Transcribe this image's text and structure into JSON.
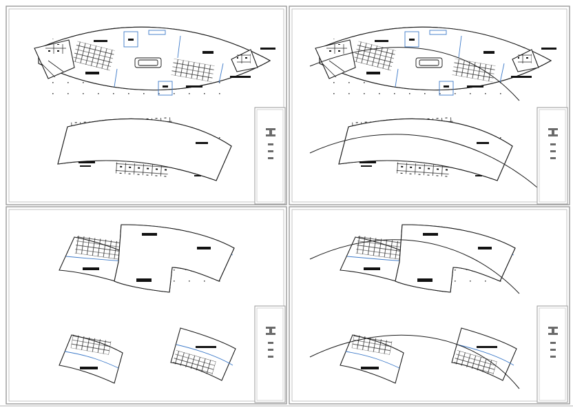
{
  "drawing": {
    "panels": [
      {
        "id": "panel-top-left",
        "view": "plan",
        "extension_arcs": false
      },
      {
        "id": "panel-top-right",
        "view": "plan",
        "extension_arcs": true
      },
      {
        "id": "panel-bottom-left",
        "view": "plan",
        "extension_arcs": false
      },
      {
        "id": "panel-bottom-right",
        "view": "plan",
        "extension_arcs": true
      }
    ],
    "colors": {
      "frame": "#9a9a9a",
      "linework": "#1a1a1a",
      "zone_boundary": "#3a78c8",
      "title_block_mark": "#6a6a6a"
    }
  }
}
